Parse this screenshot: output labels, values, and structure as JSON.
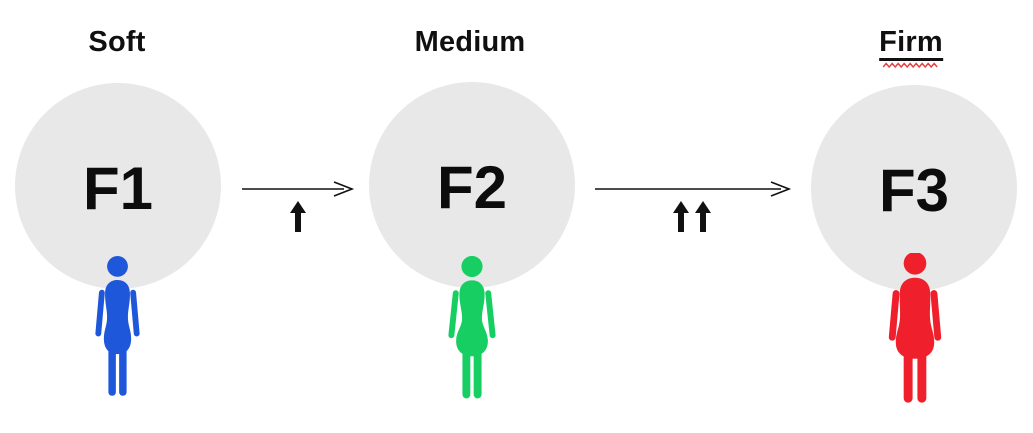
{
  "diagram": {
    "stages": [
      {
        "title": "Soft",
        "circle_label": "F1",
        "figure_color": "#1F57DB",
        "figure_build": "slim"
      },
      {
        "title": "Medium",
        "circle_label": "F2",
        "figure_color": "#17CE62",
        "figure_build": "medium"
      },
      {
        "title": "Firm",
        "circle_label": "F3",
        "figure_color": "#EF1F2B",
        "figure_build": "large",
        "title_underlined": true,
        "title_spellcheck_squiggle": true
      }
    ],
    "transitions": [
      {
        "from": "F1",
        "to": "F2",
        "up_arrows": 1
      },
      {
        "from": "F2",
        "to": "F3",
        "up_arrows": 2
      }
    ],
    "colors": {
      "background": "#FFFFFF",
      "circle_bg": "#E9E8E8",
      "text": "#101010",
      "arrow": "#111111",
      "squiggle": "#E43F3F"
    }
  }
}
